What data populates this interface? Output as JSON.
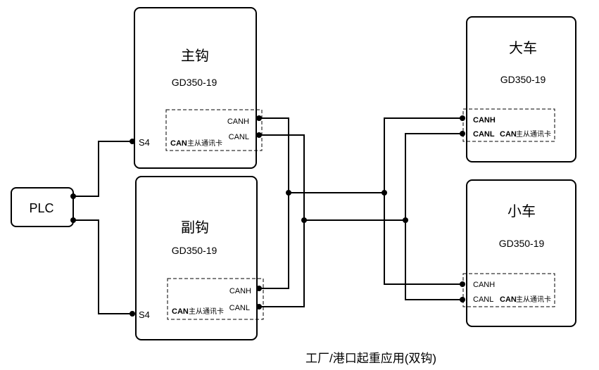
{
  "modules": {
    "main_hook": {
      "title": "主钩",
      "model": "GD350-19",
      "port": "S4",
      "canh": "CANH",
      "canl": "CANL",
      "card_bold": "CAN",
      "card_text": "主从通讯卡"
    },
    "aux_hook": {
      "title": "副钩",
      "model": "GD350-19",
      "port": "S4",
      "canh": "CANH",
      "canl": "CANL",
      "card_bold": "CAN",
      "card_text": "主从通讯卡"
    },
    "gantry": {
      "title": "大车",
      "model": "GD350-19",
      "canh": "CANH",
      "canl": "CANL",
      "card_bold": "CAN",
      "card_text": "主从通讯卡"
    },
    "trolley": {
      "title": "小车",
      "model": "GD350-19",
      "canh": "CANH",
      "canl": "CANL",
      "card_bold": "CAN",
      "card_text": "主从通讯卡"
    }
  },
  "plc": {
    "label": "PLC"
  },
  "caption": "工厂/港口起重应用(双钩)"
}
